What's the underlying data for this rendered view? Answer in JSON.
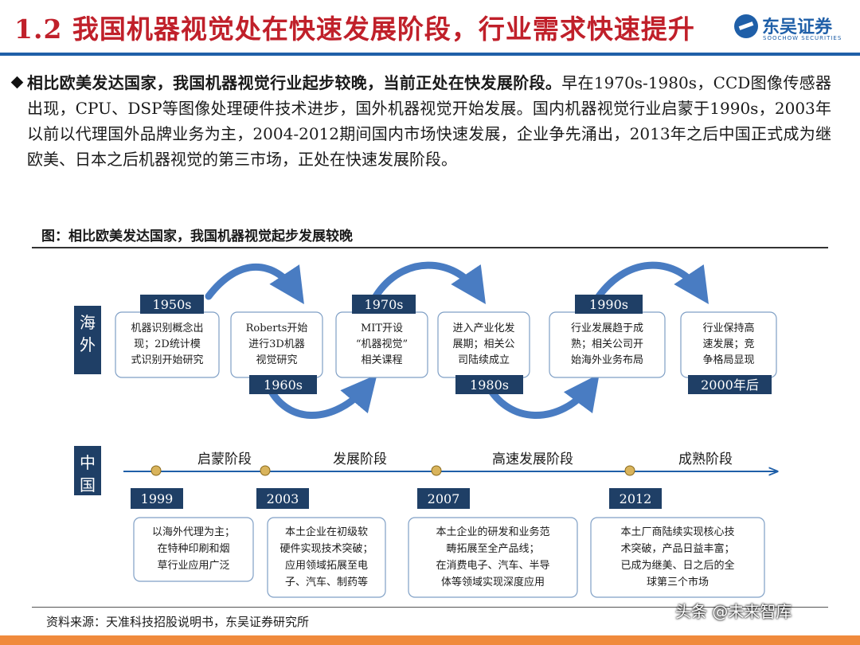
{
  "header": {
    "title": "1.2 我国机器视觉处在快速发展阶段，行业需求快速提升",
    "logo_text": "东吴证券",
    "logo_sub": "SOOCHOW SECURITIES"
  },
  "bullet": {
    "lead": "相比欧美发达国家，我国机器视觉行业起步较晚，当前正处在快发展阶段。",
    "body": "早在1970s-1980s，CCD图像传感器出现，CPU、DSP等图像处理硬件技术进步，国外机器视觉开始发展。国内机器视觉行业启蒙于1990s，2003年以前以代理国外品牌业务为主，2004-2012期间国内市场快速发展，企业争先涌出，2013年之后中国正式成为继欧美、日本之后机器视觉的第三市场，正处在快速发展阶段。"
  },
  "figure": {
    "caption": "图：相比欧美发达国家，我国机器视觉起步发展较晚",
    "overseas": {
      "label": [
        "海",
        "外"
      ],
      "boxes": [
        {
          "lines": [
            "机器识别概念出",
            "现；2D统计模",
            "式识别开始研究"
          ]
        },
        {
          "lines": [
            "Roberts开始",
            "进行3D机器",
            "视觉研究"
          ]
        },
        {
          "lines": [
            "MIT开设",
            "“机器视觉”",
            "相关课程"
          ]
        },
        {
          "lines": [
            "进入产业化发",
            "展期；相关公",
            "司陆续成立"
          ]
        },
        {
          "lines": [
            "行业发展趋于成",
            "熟；相关公司开",
            "始海外业务布局"
          ]
        },
        {
          "lines": [
            "行业保持高",
            "速发展；竞",
            "争格局显现"
          ]
        }
      ],
      "tags": [
        "1950s",
        "1960s",
        "1970s",
        "1980s",
        "1990s",
        "2000年后"
      ]
    },
    "china": {
      "label": [
        "中",
        "国"
      ],
      "stages": [
        "启蒙阶段",
        "发展阶段",
        "高速发展阶段",
        "成熟阶段"
      ],
      "years": [
        "1999",
        "2003",
        "2007",
        "2012"
      ],
      "boxes": [
        {
          "lines": [
            "以海外代理为主；",
            "在特种印刷和烟",
            "草行业应用广泛"
          ]
        },
        {
          "lines": [
            "本土企业在初级软",
            "硬件实现技术突破；",
            "应用领域拓展至电",
            "子、汽车、制药等"
          ]
        },
        {
          "lines": [
            "本土企业的研发和业务范",
            "畴拓展至全产品线；",
            "在消费电子、汽车、半导",
            "体等领域实现深度应用"
          ]
        },
        {
          "lines": [
            "本土厂商陆续实现核心技",
            "术突破，产品日益丰富；",
            "已成为继美、日之后的全",
            "球第三个市场"
          ]
        }
      ]
    },
    "colors": {
      "tag_fill": "#1f3f66",
      "node_fill": "#d9b45c",
      "axis": "#1f5fa8",
      "arrow": "#2a66b8",
      "box_border": "#7f9fc5"
    }
  },
  "source": "资料来源：天准科技招股说明书，东吴证券研究所",
  "watermark": "头条 @未来智库"
}
